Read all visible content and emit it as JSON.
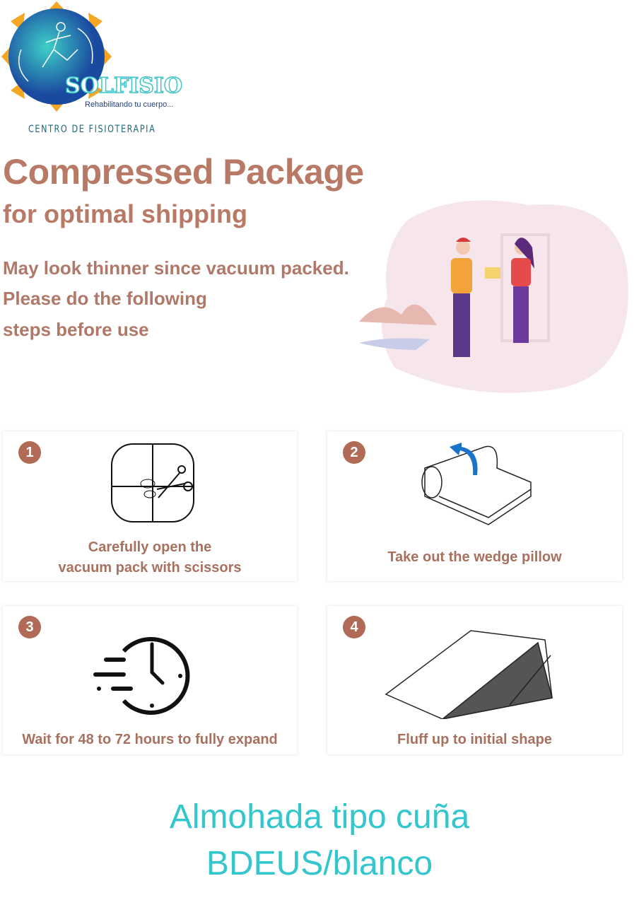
{
  "logo": {
    "brand": "SOLFISIO",
    "slogan": "Rehabilitando tu cuerpo...",
    "subtitle": "CENTRO DE FISIOTERAPIA"
  },
  "header": {
    "title": "Compressed Package",
    "subtitle": "for optimal shipping",
    "body": [
      "May look thinner since vacuum packed.",
      "Please do the following",
      "steps before use"
    ]
  },
  "steps": [
    {
      "number": "1",
      "lines": [
        "Carefully open the",
        "vacuum pack with scissors"
      ],
      "icon": "scissors-package-icon"
    },
    {
      "number": "2",
      "lines": [
        "Take out the wedge pillow"
      ],
      "icon": "unroll-pillow-icon"
    },
    {
      "number": "3",
      "lines": [
        "Wait for 48 to 72 hours to fully expand"
      ],
      "icon": "fast-clock-icon"
    },
    {
      "number": "4",
      "lines": [
        "Fluff up to initial shape"
      ],
      "icon": "wedge-pillow-icon"
    }
  ],
  "footer": {
    "line1": "Almohada tipo cuña",
    "line2": "BDEUS/blanco"
  },
  "colors": {
    "brown": "#b87a66",
    "circle": "#b06a55",
    "cyan": "#33c6cc"
  }
}
